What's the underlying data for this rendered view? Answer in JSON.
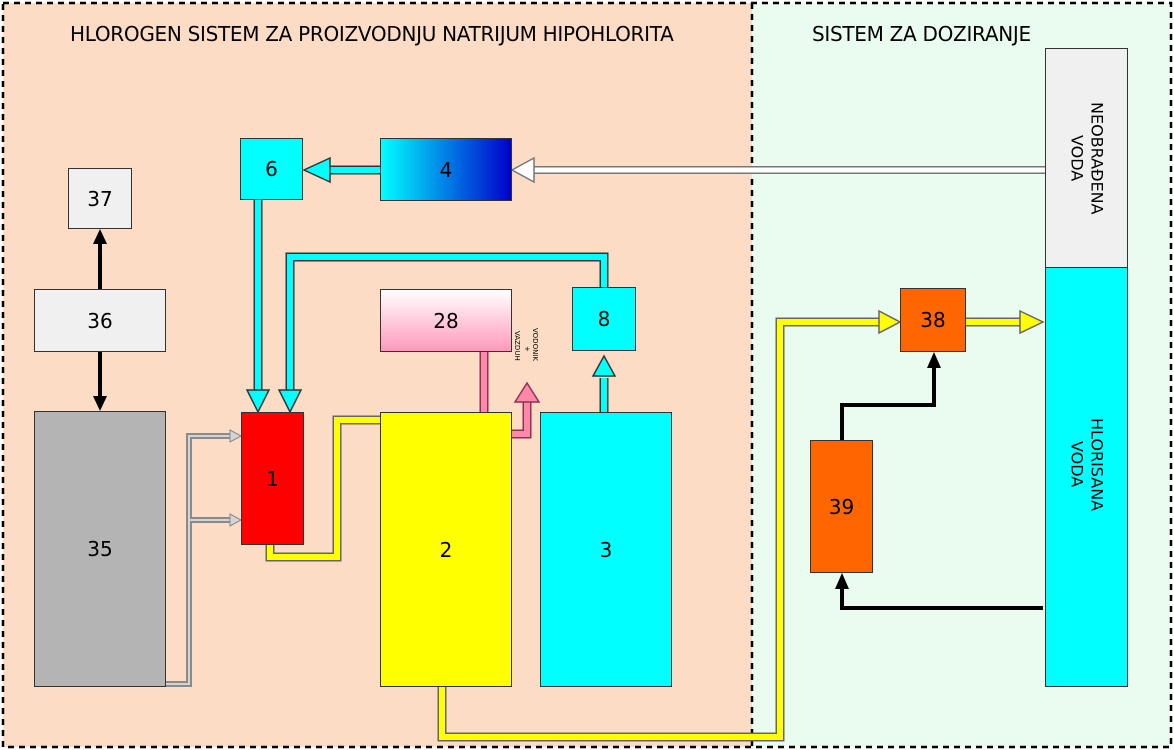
{
  "sections": {
    "left_title": "HLOROGEN SISTEM ZA PROIZVODNJU NATRIJUM HIPOHLORITA",
    "right_title": "SISTEM ZA DOZIRANJE"
  },
  "boxes": {
    "b1": "1",
    "b2": "2",
    "b3": "3",
    "b4": "4",
    "b6": "6",
    "b8": "8",
    "b28": "28",
    "b35": "35",
    "b36": "36",
    "b37": "37",
    "b38": "38",
    "b39": "39"
  },
  "column": {
    "raw_water": "NEOBRAĐENA\nVODA",
    "treated_water": "HLORISANA\nVODA"
  },
  "outlet_labels": {
    "air": "VAZDUH",
    "plus": "+",
    "hydrogen": "VODONIK"
  },
  "colors": {
    "left_bg": "#fcdcc4",
    "right_bg": "#eafcef",
    "yellow": "#ffff00",
    "cyan": "#00ffff",
    "red": "#ff0000",
    "orange": "#ff6600",
    "gray": "#b4b4b4",
    "light_gray": "#f0f0f0",
    "pink": "#ff88aa"
  }
}
